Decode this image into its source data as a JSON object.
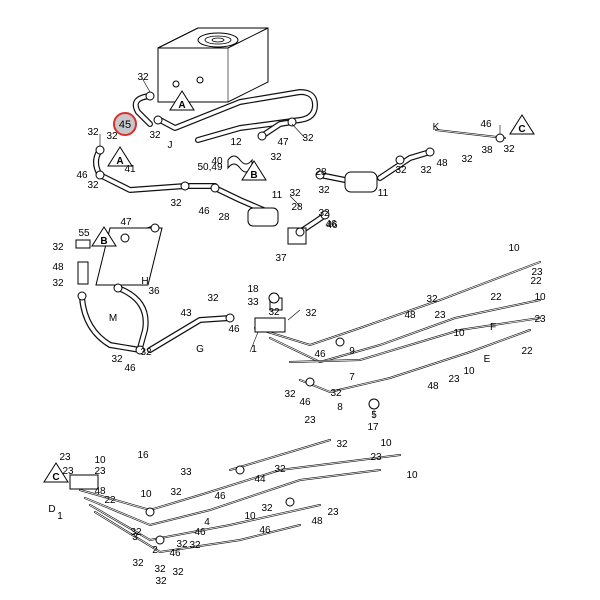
{
  "diagram": {
    "highlight": {
      "text": "45",
      "color": "#d9302c",
      "fill": "#c8c8cc"
    },
    "triangle_labels": [
      "A",
      "A",
      "B",
      "B",
      "C",
      "C"
    ],
    "labels": [
      "32",
      "32",
      "32",
      "32",
      "J",
      "12",
      "40",
      "50,49",
      "32",
      "47",
      "32",
      "32",
      "46",
      "41",
      "32",
      "46",
      "28",
      "11",
      "28",
      "32",
      "46",
      "32",
      "46",
      "37",
      "28",
      "32",
      "11",
      "32",
      "48",
      "32",
      "38",
      "32",
      "K",
      "46",
      "32",
      "55",
      "32",
      "48",
      "32",
      "47",
      "H",
      "36",
      "M",
      "43",
      "32",
      "46",
      "G",
      "32",
      "46",
      "32",
      "18",
      "33",
      "32",
      "32",
      "1",
      "46",
      "9",
      "32",
      "7",
      "8",
      "32",
      "46",
      "5",
      "17",
      "48",
      "23",
      "10",
      "22",
      "F",
      "22",
      "E",
      "10",
      "23",
      "48",
      "23",
      "10",
      "32",
      "10",
      "23",
      "22",
      "23",
      "23",
      "10",
      "23",
      "16",
      "33",
      "32",
      "44",
      "48",
      "22",
      "10",
      "32",
      "46",
      "4",
      "32",
      "3",
      "2",
      "32",
      "46",
      "32",
      "48",
      "23",
      "10",
      "32",
      "10",
      "D",
      "1",
      "32",
      "32",
      "32",
      "46",
      "32",
      "23",
      "10",
      "23",
      "32",
      "46"
    ]
  }
}
